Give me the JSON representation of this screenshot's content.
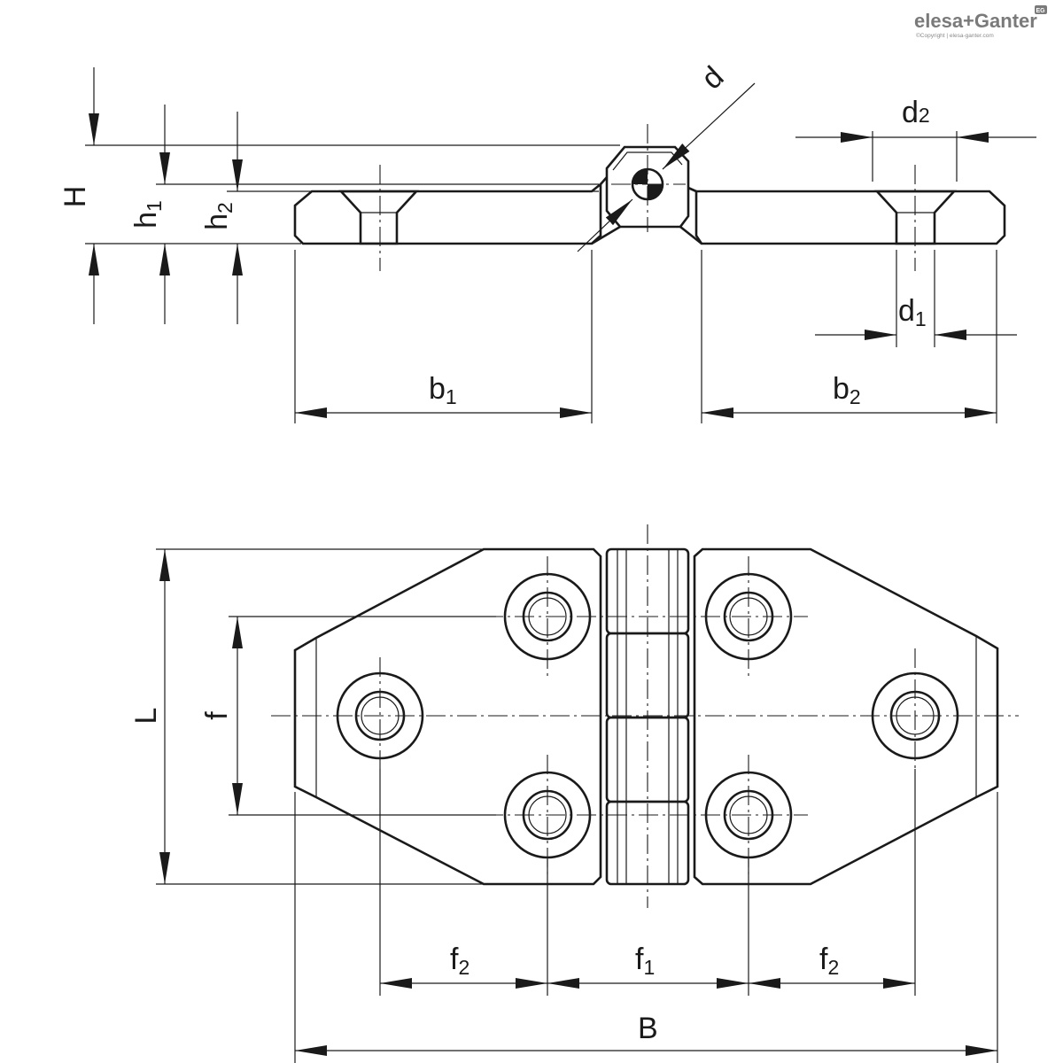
{
  "brand": {
    "logo_text": "elesa+Ganter",
    "copyright": "©Copyright | elesa-ganter.com",
    "badge": "EG"
  },
  "labels": {
    "H": "H",
    "h1": {
      "base": "h",
      "sub": "1"
    },
    "h2": {
      "base": "h",
      "sub": "2"
    },
    "d": "d",
    "d1": {
      "base": "d",
      "sub": "1"
    },
    "d2": {
      "base": "d",
      "sub": "2"
    },
    "b1": {
      "base": "b",
      "sub": "1"
    },
    "b2": {
      "base": "b",
      "sub": "2"
    },
    "L": "L",
    "f": "f",
    "f1": {
      "base": "f",
      "sub": "1"
    },
    "f2_left": {
      "base": "f",
      "sub": "2"
    },
    "f2_right": {
      "base": "f",
      "sub": "2"
    },
    "B": "B"
  },
  "colors": {
    "line": "#1a1a1a",
    "background": "#ffffff",
    "logo": "#7a7a7a"
  }
}
